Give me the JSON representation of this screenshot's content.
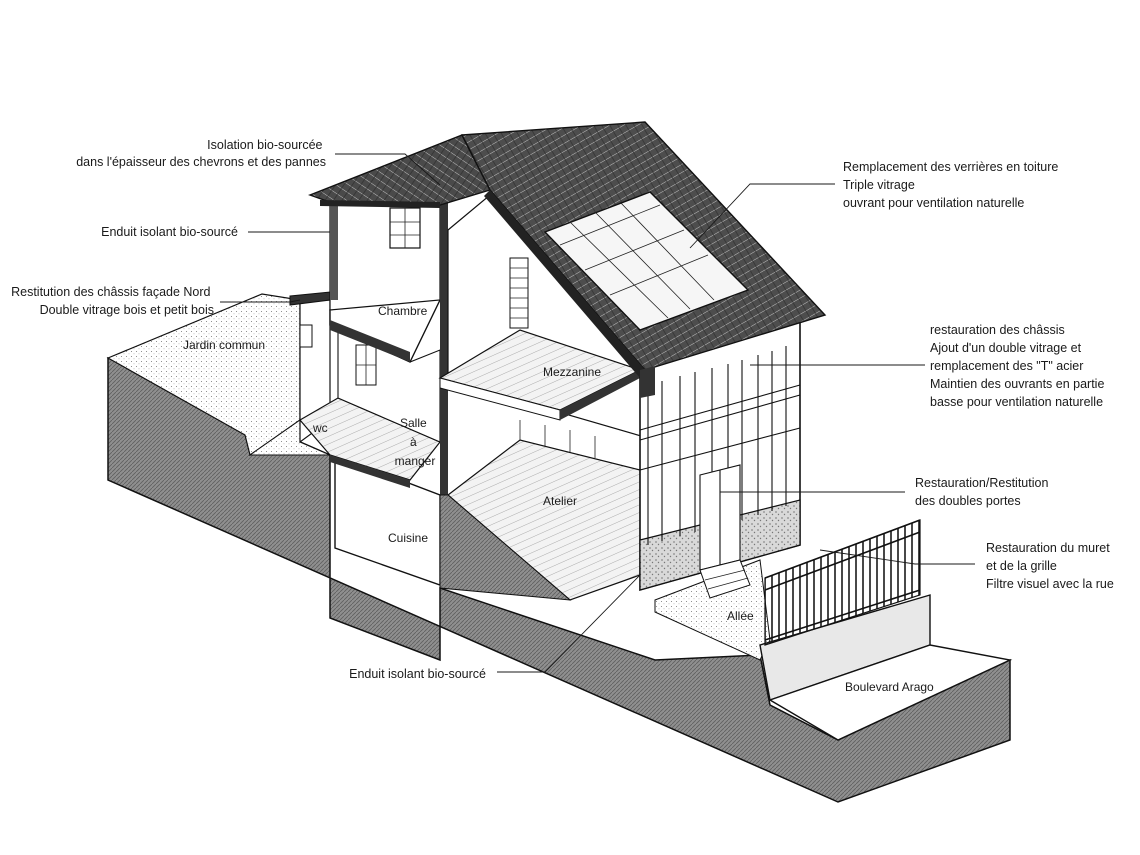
{
  "annotations": {
    "roof_insulation": [
      "Isolation bio-sourcée",
      "dans l'épaisseur des chevrons et des pannes"
    ],
    "insulating_render_top": [
      "Enduit isolant bio-sourcé"
    ],
    "north_facade_frames": [
      "Restitution des châssis façade Nord",
      "Double vitrage bois et petit bois"
    ],
    "skylight_replacement": [
      "Remplacement des verrières en toiture",
      "Triple vitrage",
      "ouvrant pour ventilation naturelle"
    ],
    "frame_restoration": [
      "restauration des châssis",
      "Ajout d'un double vitrage et",
      "remplacement des \"T\" acier",
      "Maintien des ouvrants en partie",
      "basse pour ventilation naturelle"
    ],
    "double_doors": [
      "Restauration/Restitution",
      "des doubles portes"
    ],
    "wall_and_railing": [
      "Restauration du muret",
      "et de la grille",
      "Filtre visuel avec la rue"
    ],
    "insulating_render_bottom": [
      "Enduit isolant bio-sourcé"
    ]
  },
  "rooms": {
    "jardin": "Jardin commun",
    "chambre": "Chambre",
    "mezzanine": "Mezzanine",
    "wc": "wc",
    "salle": [
      "Salle",
      "à",
      "manger"
    ],
    "atelier": "Atelier",
    "cuisine": "Cuisine",
    "allee": "Allée",
    "boulevard": "Boulevard Arago"
  }
}
